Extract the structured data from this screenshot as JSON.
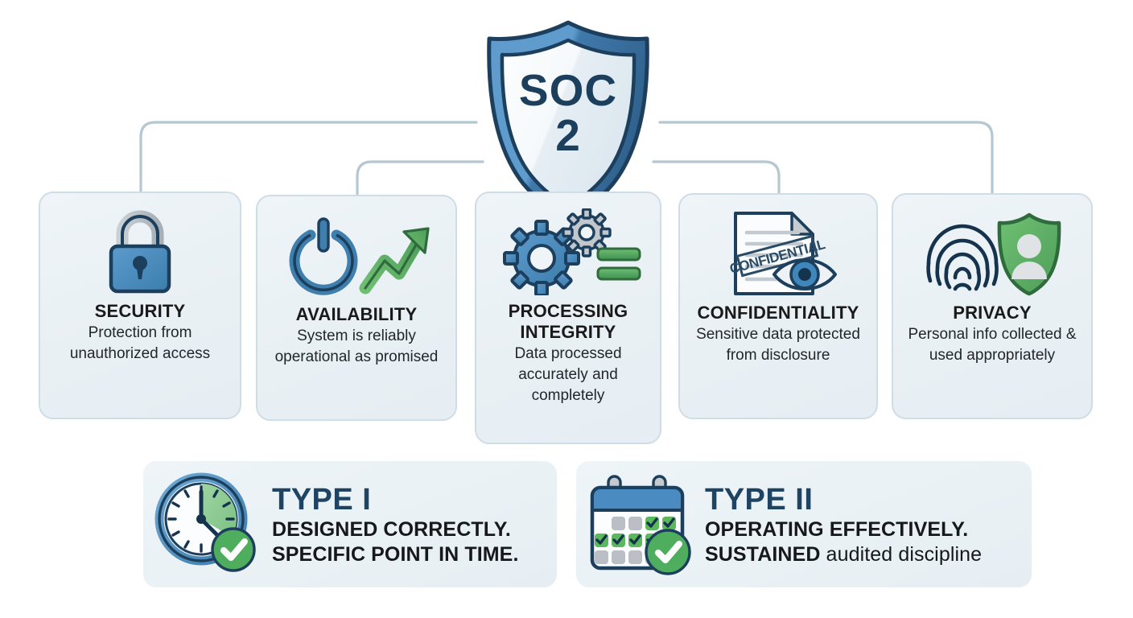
{
  "badge": {
    "name": "soc2-shield",
    "line1": "SOC",
    "line2": "2",
    "text_color": "#1d3f5e",
    "shield_fill_light": "#f4f8fa",
    "shield_border": "#1d3f5e",
    "shield_rim": "#4a88bd"
  },
  "theme": {
    "card_bg": "#ebf2f6",
    "card_border": "#cfdde6",
    "connector_color": "#b5c7d3",
    "blue": "#4a8cc2",
    "dark_navy": "#1d3f5e",
    "green": "#5cb85c",
    "green_dark": "#2f7d3f",
    "gray": "#b9bfc4"
  },
  "pillars": [
    {
      "id": "security",
      "icon": "padlock-icon",
      "title": "SECURITY",
      "desc": "Protection from unauthorized access"
    },
    {
      "id": "availability",
      "icon": "power-uptrend-icon",
      "title": "AVAILABILITY",
      "desc": "System is reliably operational as promised"
    },
    {
      "id": "processing-integrity",
      "icon": "gears-bars-icon",
      "title": "PROCESSING INTEGRITY",
      "desc": "Data processed accurately and completely"
    },
    {
      "id": "confidentiality",
      "icon": "confidential-document-eye-icon",
      "title": "CONFIDENTIALITY",
      "desc": "Sensitive data protected from disclosure"
    },
    {
      "id": "privacy",
      "icon": "fingerprint-shield-person-icon",
      "title": "PRIVACY",
      "desc": "Personal info collected & used appropriately"
    }
  ],
  "types": [
    {
      "id": "type-1",
      "icon": "clock-check-icon",
      "title": "TYPE I",
      "line1": "DESIGNED CORRECTLY.",
      "line2": "SPECIFIC POINT IN TIME.",
      "line2_bold": "SPECIFIC POINT IN TIME.",
      "line2_regular": ""
    },
    {
      "id": "type-2",
      "icon": "calendar-check-icon",
      "title": "TYPE II",
      "line1": "OPERATING EFFECTIVELY.",
      "line2_bold": "SUSTAINED",
      "line2_regular": " audited discipline"
    }
  ]
}
